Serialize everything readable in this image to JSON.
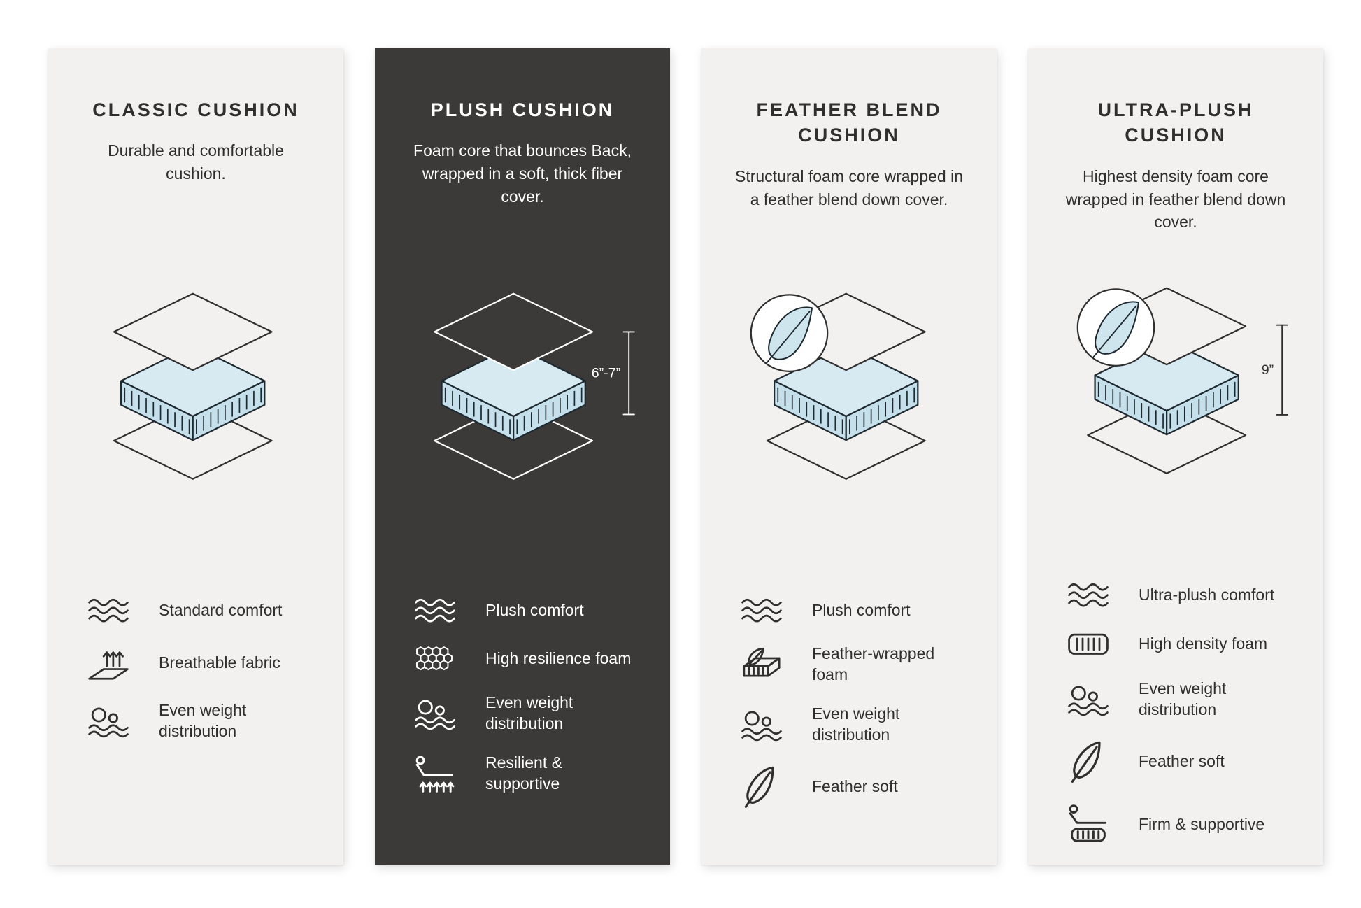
{
  "colors": {
    "page_background": "#ffffff",
    "panel_light": "#f2f1ef",
    "panel_dark": "#3b3a39",
    "foam_blue_top": "#d7eaf2",
    "foam_blue_side": "#c5e0eb",
    "ink": "#2f2f2f"
  },
  "panels": [
    {
      "id": "classic-cushion",
      "title": "CLASSIC CUSHION",
      "description": "Durable and comfortable cushion.",
      "theme": "light",
      "features": [
        {
          "icon": "wave-icon",
          "label": "Standard comfort"
        },
        {
          "icon": "breathable-icon",
          "label": "Breathable fabric"
        },
        {
          "icon": "weight-distribution-icon",
          "label": "Even weight distribution"
        }
      ]
    },
    {
      "id": "plush-cushion",
      "title": "PLUSH CUSHION",
      "description": "Foam core that bounces Back, wrapped in a soft, thick fiber cover.",
      "theme": "dark",
      "measurement": "6”-7”",
      "features": [
        {
          "icon": "wave-icon",
          "label": "Plush comfort"
        },
        {
          "icon": "honeycomb-icon",
          "label": "High resilience foam"
        },
        {
          "icon": "weight-distribution-icon",
          "label": "Even weight distribution"
        },
        {
          "icon": "resilient-icon",
          "label": "Resilient & supportive"
        }
      ]
    },
    {
      "id": "feather-blend-cushion",
      "title": "FEATHER BLEND CUSHION",
      "description": "Structural foam core wrapped in a feather blend down cover.",
      "theme": "light",
      "features": [
        {
          "icon": "wave-icon",
          "label": "Plush comfort"
        },
        {
          "icon": "feather-foam-icon",
          "label": "Feather-wrapped foam"
        },
        {
          "icon": "weight-distribution-icon",
          "label": "Even weight distribution"
        },
        {
          "icon": "feather-icon",
          "label": "Feather soft"
        }
      ]
    },
    {
      "id": "ultra-plush-cushion",
      "title": "ULTRA-PLUSH CUSHION",
      "description": "Highest density foam core wrapped in feather blend down cover.",
      "theme": "light",
      "measurement": "9”",
      "features": [
        {
          "icon": "wave-icon",
          "label": "Ultra-plush comfort"
        },
        {
          "icon": "foam-icon",
          "label": "High density foam"
        },
        {
          "icon": "weight-distribution-icon",
          "label": "Even weight distribution"
        },
        {
          "icon": "feather-icon",
          "label": "Feather soft"
        },
        {
          "icon": "firm-icon",
          "label": "Firm & supportive"
        }
      ]
    }
  ]
}
